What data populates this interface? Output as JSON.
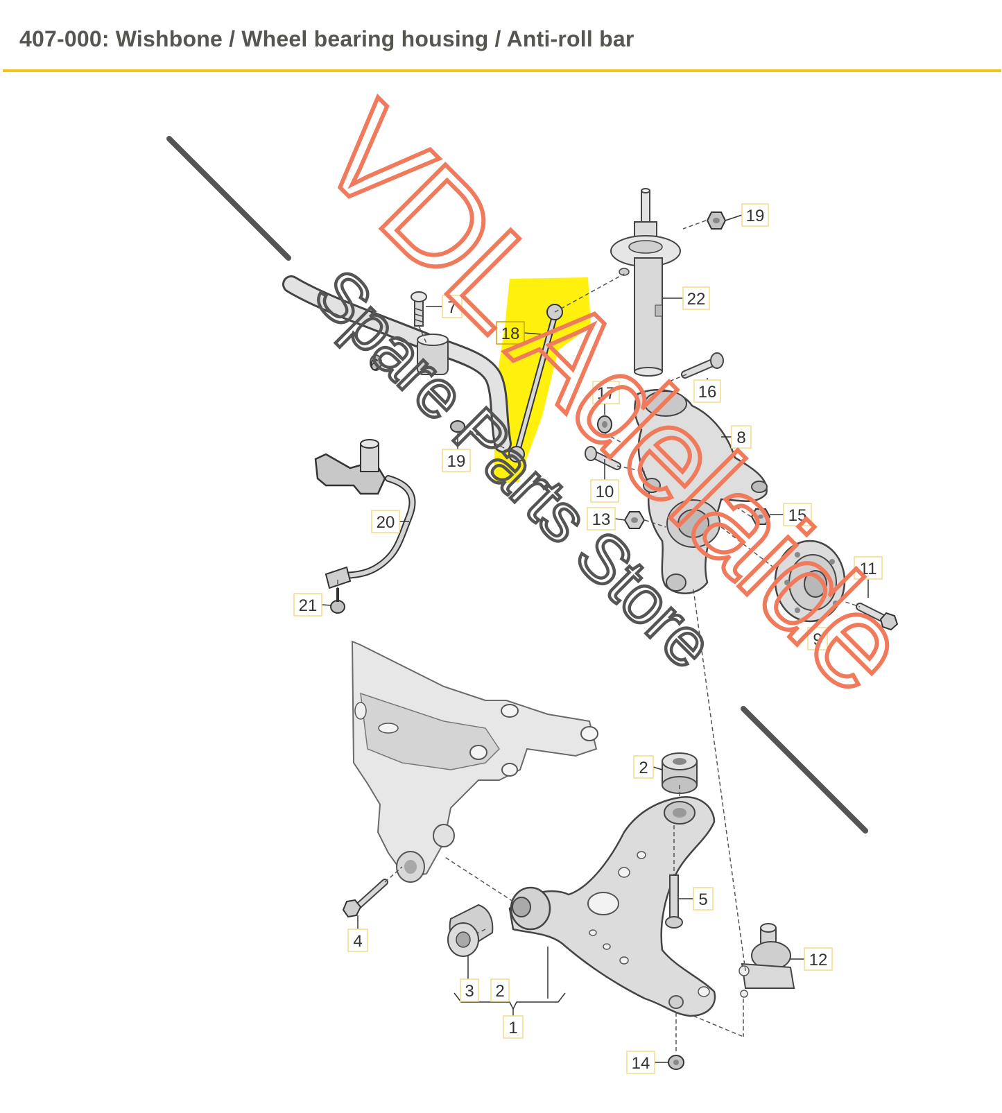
{
  "title": "407-000: Wishbone / Wheel bearing housing / Anti-roll bar",
  "colors": {
    "title_rule": "#f2c319",
    "highlight": "#fff000",
    "watermark_primary": "#f07a5c",
    "watermark_secondary": "#555555",
    "part_fill": "#dcdcdc",
    "part_stroke": "#444444"
  },
  "watermark": {
    "line1": "VDL Adelaide",
    "line2": "Spare Parts Store"
  },
  "callouts": {
    "c1": "1",
    "c2a": "2",
    "c2b": "2",
    "c3": "3",
    "c4": "4",
    "c5": "5",
    "c6": "6",
    "c7": "7",
    "c8": "8",
    "c9": "9",
    "c10": "10",
    "c11": "11",
    "c12": "12",
    "c13": "13",
    "c14": "14",
    "c15": "15",
    "c16": "16",
    "c17": "17",
    "c18": "18",
    "c19a": "19",
    "c19b": "19",
    "c20": "20",
    "c21": "21",
    "c22": "22"
  }
}
